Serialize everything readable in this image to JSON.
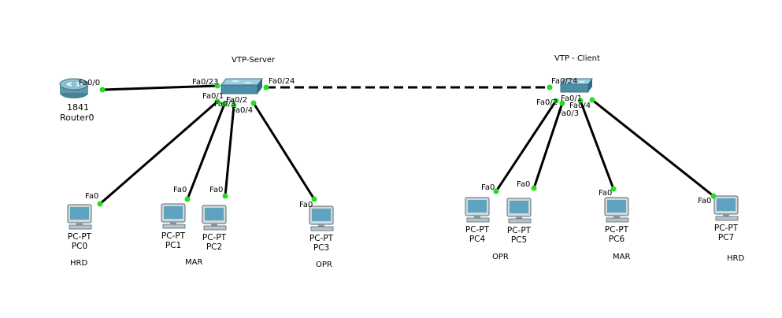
{
  "topology": {
    "server_switch": {
      "label": "VTP-Server"
    },
    "client_switch": {
      "label": "VTP - Client"
    },
    "router": {
      "model": "1841",
      "name": "Router0",
      "port": "Fa0/0"
    },
    "server_ports": {
      "router": "Fa0/23",
      "trunk": "Fa0/24",
      "p1": "Fa0/1",
      "p2": "Fa0/2",
      "p3": "Fa0/3",
      "p4": "Fa0/4"
    },
    "client_ports": {
      "trunk": "Fa0/24",
      "p1": "Fa0/1",
      "p2": "Fa0/2",
      "p3": "Fa0/3",
      "p4": "Fa0/4"
    },
    "pcs": [
      {
        "type": "PC-PT",
        "name": "PC0",
        "port": "Fa0",
        "dept": "HRD"
      },
      {
        "type": "PC-PT",
        "name": "PC1",
        "port": "Fa0",
        "dept": "MAR"
      },
      {
        "type": "PC-PT",
        "name": "PC2",
        "port": "Fa0",
        "dept": ""
      },
      {
        "type": "PC-PT",
        "name": "PC3",
        "port": "Fa0",
        "dept": "OPR"
      },
      {
        "type": "PC-PT",
        "name": "PC4",
        "port": "Fa0",
        "dept": "OPR"
      },
      {
        "type": "PC-PT",
        "name": "PC5",
        "port": "Fa0",
        "dept": ""
      },
      {
        "type": "PC-PT",
        "name": "PC6",
        "port": "Fa0",
        "dept": "MAR"
      },
      {
        "type": "PC-PT",
        "name": "PC7",
        "port": "Fa0",
        "dept": "HRD"
      }
    ]
  },
  "colors": {
    "cable": "#000000",
    "link_up": "#22dd22",
    "switch_body": "#4a8fa8",
    "pc_screen": "#5fa3c0"
  }
}
